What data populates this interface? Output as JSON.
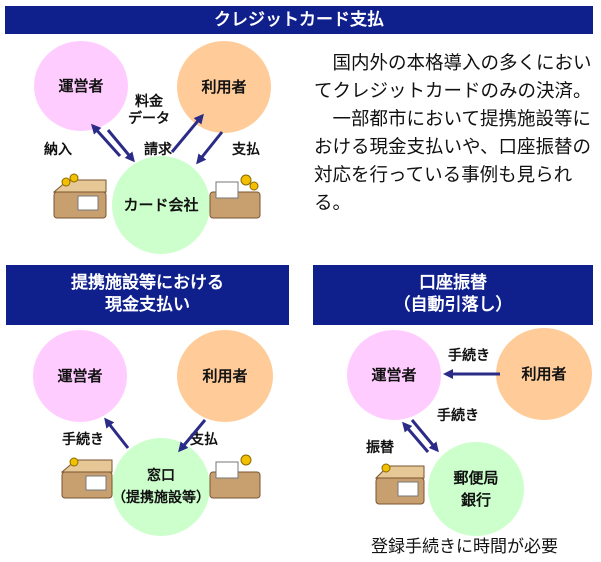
{
  "credit": {
    "title": "クレジットカード支払",
    "nodes": {
      "operator": "運営者",
      "user": "利用者",
      "card_company": "カード会社"
    },
    "labels": {
      "pay_in": "納入",
      "fee_data": "料金\nデータ",
      "charge": "請求",
      "payment": "支払"
    },
    "description": [
      "国内外の本格導入の多くにおいてクレジットカードのみの決済。",
      "一部都市において提携施設等における現金支払いや、口座振替の対応を行っている事例も見られる。"
    ]
  },
  "cash": {
    "title_line1": "提携施設等における",
    "title_line2": "現金支払い",
    "nodes": {
      "operator": "運営者",
      "user": "利用者",
      "window": "窓口\n（提携施設等）"
    },
    "labels": {
      "procedure": "手続き",
      "payment": "支払"
    }
  },
  "transfer": {
    "title_line1": "口座振替",
    "title_line2": "（自動引落し）",
    "nodes": {
      "operator": "運営者",
      "user": "利用者",
      "bank": "郵便局\n銀行"
    },
    "labels": {
      "procedure_top": "手続き",
      "procedure_mid": "手続き",
      "transfer": "振替"
    },
    "note": "登録手続きに時間が必要"
  },
  "colors": {
    "banner": "#0f1f8c",
    "arrow": "#2b2b88",
    "operator": "#ffccff",
    "user": "#ffcc99",
    "third_party": "#ccffcc"
  },
  "icons": [
    "money-clipart-icon"
  ]
}
